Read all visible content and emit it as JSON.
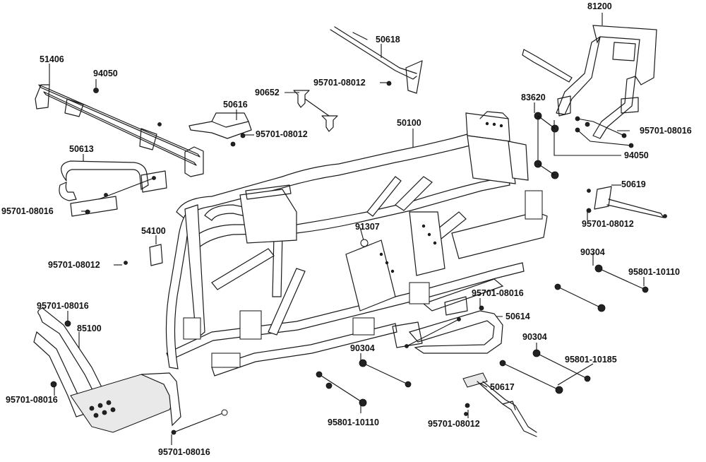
{
  "parts": [
    {
      "id": "p81200",
      "number": "81200"
    },
    {
      "id": "p50618",
      "number": "50618"
    },
    {
      "id": "p51406",
      "number": "51406"
    },
    {
      "id": "p94050a",
      "number": "94050"
    },
    {
      "id": "p90652",
      "number": "90652"
    },
    {
      "id": "p95701_08012a",
      "number": "95701-08012"
    },
    {
      "id": "p83620",
      "number": "83620"
    },
    {
      "id": "p50616",
      "number": "50616"
    },
    {
      "id": "p95701_08012b",
      "number": "95701-08012"
    },
    {
      "id": "p50100",
      "number": "50100"
    },
    {
      "id": "p95701_08016a",
      "number": "95701-08016"
    },
    {
      "id": "p50613",
      "number": "50613"
    },
    {
      "id": "p94050b",
      "number": "94050"
    },
    {
      "id": "p50619",
      "number": "50619"
    },
    {
      "id": "p95701_08016b",
      "number": "95701-08016"
    },
    {
      "id": "p95701_08012c",
      "number": "95701-08012"
    },
    {
      "id": "p54100",
      "number": "54100"
    },
    {
      "id": "p91307",
      "number": "91307"
    },
    {
      "id": "p90304a",
      "number": "90304"
    },
    {
      "id": "p95701_08012d",
      "number": "95701-08012"
    },
    {
      "id": "p95801_10110a",
      "number": "95801-10110"
    },
    {
      "id": "p95701_08016c",
      "number": "95701-08016"
    },
    {
      "id": "p95701_08016d",
      "number": "95701-08016"
    },
    {
      "id": "p50614",
      "number": "50614"
    },
    {
      "id": "p85100",
      "number": "85100"
    },
    {
      "id": "p90304b",
      "number": "90304"
    },
    {
      "id": "p90304c",
      "number": "90304"
    },
    {
      "id": "p95801_10185",
      "number": "95801-10185"
    },
    {
      "id": "p95701_08016e",
      "number": "95701-08016"
    },
    {
      "id": "p50617",
      "number": "50617"
    },
    {
      "id": "p95801_10110b",
      "number": "95801-10110"
    },
    {
      "id": "p95701_08012e",
      "number": "95701-08012"
    },
    {
      "id": "p95701_08016f",
      "number": "95701-08016"
    }
  ]
}
